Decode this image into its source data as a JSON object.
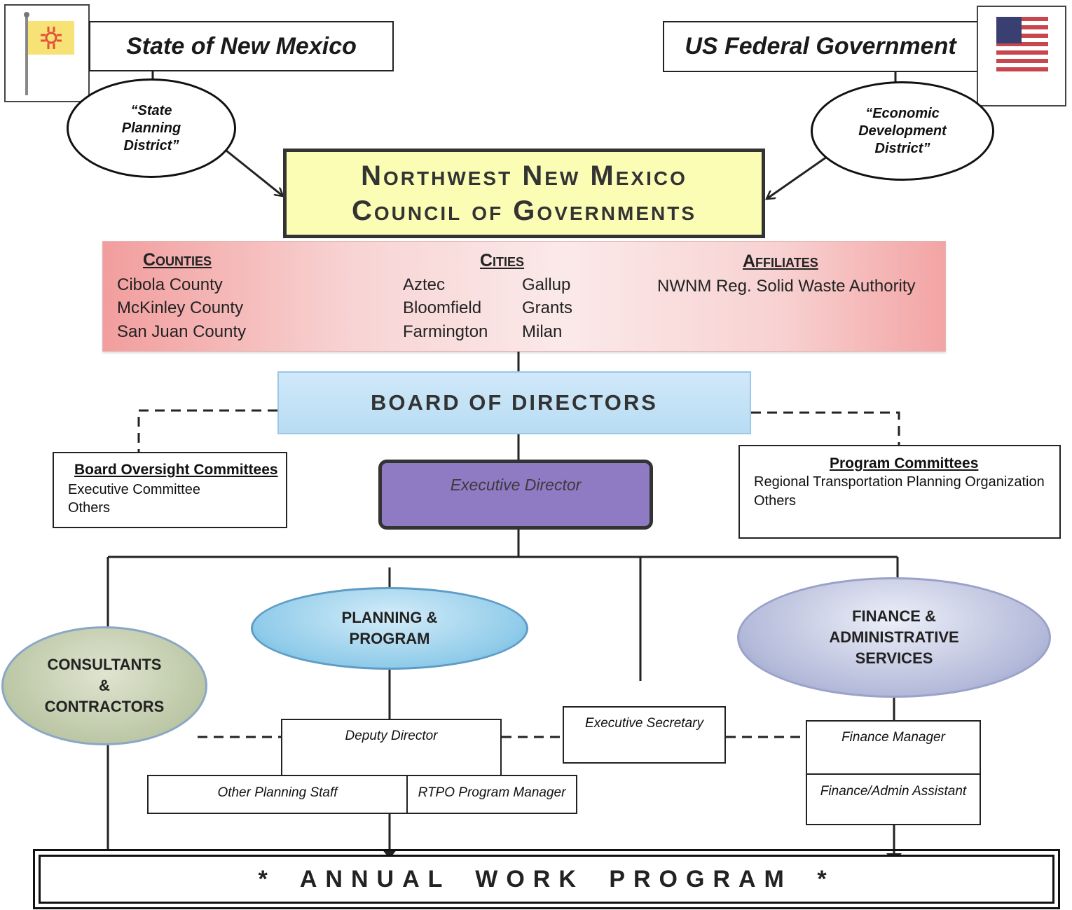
{
  "header": {
    "state_title": "State of New Mexico",
    "federal_title": "US Federal Government",
    "state_flag_icon": "new-mexico-flag-icon",
    "federal_flag_icon": "us-flag-icon"
  },
  "designations": {
    "state": [
      "“State",
      "Planning",
      "District”"
    ],
    "federal": [
      "“Economic",
      "Development",
      "District”"
    ]
  },
  "organization": {
    "line1": "Northwest New Mexico",
    "line2": "Council of Governments"
  },
  "members": {
    "counties_heading": "Counties",
    "counties": [
      "Cibola County",
      "McKinley County",
      "San Juan County"
    ],
    "cities_heading": "Cities",
    "cities_col1": [
      "Aztec",
      "Bloomfield",
      "Farmington"
    ],
    "cities_col2": [
      "Gallup",
      "Grants",
      "Milan"
    ],
    "affiliates_heading": "Affiliates",
    "affiliates": [
      "NWNM Reg. Solid Waste Authority"
    ]
  },
  "board": {
    "title": "BOARD OF DIRECTORS"
  },
  "board_oversight": {
    "heading": "Board Oversight Committees",
    "items": [
      "Executive Committee",
      "Others"
    ]
  },
  "program_committees": {
    "heading": "Program Committees",
    "items": [
      "Regional Transportation Planning Organization",
      "Others"
    ]
  },
  "executive_director": "Executive Director",
  "departments": {
    "consultants": [
      "CONSULTANTS",
      "&",
      "CONTRACTORS"
    ],
    "planning": [
      "PLANNING &",
      "PROGRAM"
    ],
    "finance": [
      "FINANCE &",
      "ADMINISTRATIVE",
      "SERVICES"
    ]
  },
  "staff": {
    "deputy_director": "Deputy Director",
    "other_planning_staff": "Other Planning Staff",
    "rtpo_manager": "RTPO Program Manager",
    "executive_secretary": "Executive Secretary",
    "finance_manager": "Finance Manager",
    "finance_admin_assistant": "Finance/Admin Assistant"
  },
  "annual_work_program": "* ANNUAL WORK PROGRAM *",
  "colors": {
    "organization_fill": "#fbfdb5",
    "board_fill": "#c4e2f6",
    "executive_fill": "#8f7ac4",
    "members_fill": "#f6c9c9"
  }
}
